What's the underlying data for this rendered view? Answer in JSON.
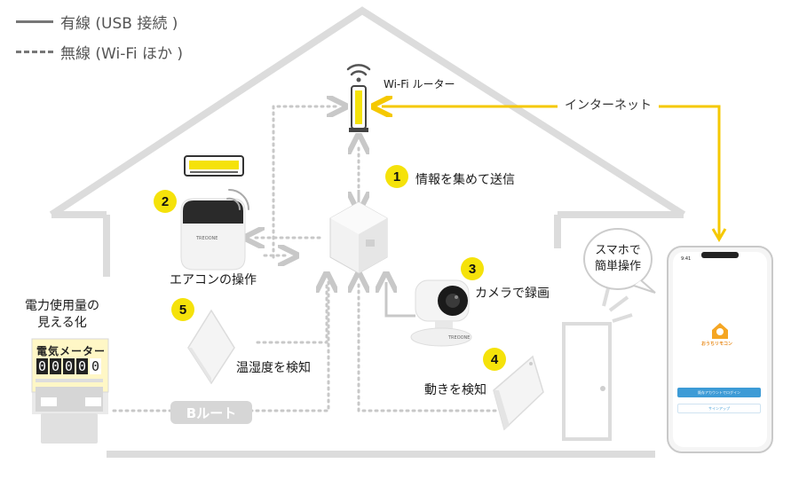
{
  "legend": {
    "wired": "有線 (USB 接続 )",
    "wireless": "無線 (Wi-Fi ほか )"
  },
  "router_label": "Wi-Fi ルーター",
  "internet_label": "インターネット",
  "steps": [
    {
      "number": "1",
      "label": "情報を集めて送信"
    },
    {
      "number": "2",
      "label": "エアコンの操作"
    },
    {
      "number": "3",
      "label": "カメラで録画"
    },
    {
      "number": "4",
      "label": "動きを検知"
    },
    {
      "number": "5",
      "label": "温湿度を検知"
    }
  ],
  "power_meter_label": "電力使用量の\n見える化",
  "power_meter_title": "電気メーター",
  "power_meter_digits": [
    "0",
    "0",
    "0",
    "0",
    "0"
  ],
  "b_route_label": "Bルート",
  "bubble_label": "スマホで\n簡単操作",
  "phone": {
    "time": "9:41",
    "app_name": "おうちリモコン",
    "login_button": "既存アカウントでログイン",
    "signup_button": "サインアップ"
  },
  "device_brand": "TREOONE",
  "colors": {
    "accent_yellow": "#f5e20a",
    "line_gray": "#c8c8c8",
    "phone_button_blue": "#3d9bd6"
  }
}
